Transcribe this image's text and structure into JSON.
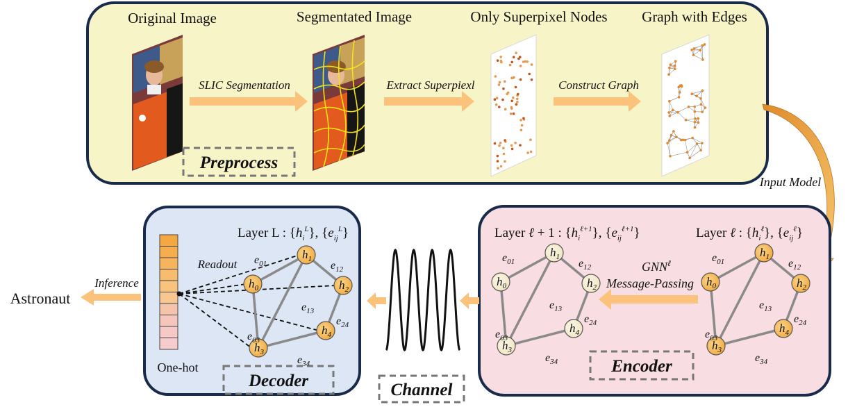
{
  "preprocess": {
    "titles": [
      "Original Image",
      "Segmentated Image",
      "Only Superpixel Nodes",
      "Graph with Edges"
    ],
    "steps": [
      "SLIC Segmentation",
      "Extract Superpiexl",
      "Construct Graph"
    ],
    "box_label": "Preprocess"
  },
  "input_model_label": "Input Model",
  "encoder": {
    "box_label": "Encoder",
    "layer_right": "Layer ℓ : {h_i^ℓ}, {e_ij^ℓ}",
    "layer_left": "Layer ℓ+1 : {h_i^(ℓ+1)}, {e_ij^(ℓ+1)}",
    "gnn_label": "GNN ℓ",
    "message_passing": "Message-Passing"
  },
  "channel": {
    "box_label": "Channel"
  },
  "decoder": {
    "box_label": "Decoder",
    "layer": "Layer L : {h_i^L}, {e_ij^L}",
    "readout": "Readout",
    "onehot": "One-hot"
  },
  "inference_label": "Inference",
  "output_label": "Astronaut",
  "graph": {
    "nodes": [
      "h0",
      "h1",
      "h2",
      "h3",
      "h4"
    ],
    "edges": [
      "e01",
      "e12",
      "e13",
      "e24",
      "e03",
      "e34"
    ]
  },
  "colors": {
    "preprocess_bg": "#f7f5c8",
    "decoder_bg": "#dce6f4",
    "encoder_bg": "#f8dde2",
    "border": "#1a2a4a",
    "arrow": "#fbc27c",
    "node_orange": "#f5b74e",
    "node_pale": "#f6edd2"
  }
}
